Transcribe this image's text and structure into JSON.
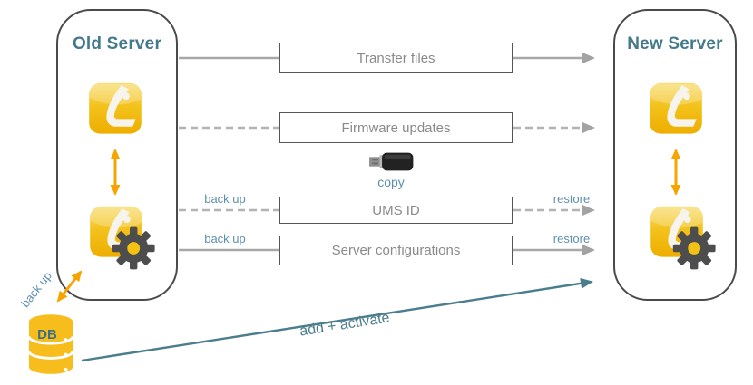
{
  "old_server": {
    "title": "Old Server"
  },
  "new_server": {
    "title": "New Server"
  },
  "transfers": [
    {
      "label": "Transfer files",
      "line_style": "solid"
    },
    {
      "label": "Firmware updates",
      "line_style": "dashed"
    },
    {
      "label": "UMS ID",
      "line_style": "dashed",
      "left_label": "back up",
      "right_label": "restore"
    },
    {
      "label": "Server configurations",
      "line_style": "solid",
      "left_label": "back up",
      "right_label": "restore"
    }
  ],
  "usb": {
    "caption": "copy"
  },
  "database": {
    "label": "DB",
    "backup_caption": "back up"
  },
  "migration_arrow": {
    "caption": "add + activate"
  },
  "icons": {
    "server_app_icon": "igel-app-icon",
    "server_console_icon": "igel-app-gear-icon",
    "usb_icon": "usb-stick-icon",
    "db_icon": "database-cylinder-icon"
  },
  "colors": {
    "heading_teal": "#44798c",
    "caption_blue": "#5e8fae",
    "arrow_teal": "#4a7d8e",
    "connector_gray": "#a8a8a8",
    "box_border_gray": "#555555",
    "box_text_gray": "#8a8a8a",
    "accent_orange": "#f6a500",
    "brand_yellow": "#f2bb10"
  }
}
